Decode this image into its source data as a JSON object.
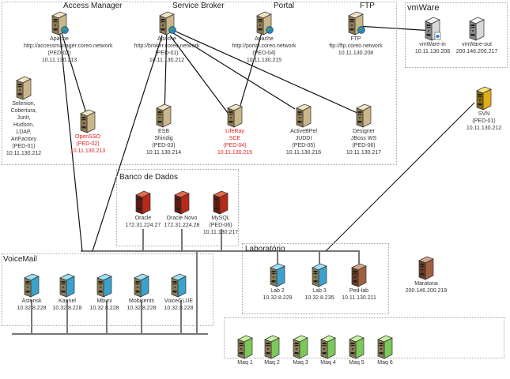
{
  "groups": {
    "access_manager": "Access Manager",
    "service_broker": "Service Broker",
    "portal": "Portal",
    "ftp": "FTP",
    "vmware": "vmWare",
    "banco_de_dados": "Banco de Dados",
    "voicemail": "VoiceMail",
    "laboratorio": "Laboratório"
  },
  "colors": {
    "beige": "#d8c7a0",
    "red": "#c8341f",
    "blue": "#44a8d0",
    "green": "#88d46a",
    "yellow": "#e8b820",
    "brown": "#a86a4a",
    "white": "#e8e8e8",
    "highlight_text": "#e0201c"
  },
  "nodes": {
    "apache_am": {
      "lines": [
        "Apache",
        "http://accessmanager.coreo.network",
        "(PED-02)",
        "10.11.130.213"
      ],
      "icon": "web-server-icon"
    },
    "selenion": {
      "lines": [
        "Selenion,",
        "Cobertura,",
        "JunIt,",
        "Hudson,",
        "LDAP,",
        "ArtFactory",
        "(PED-01)",
        "10.11.130.212"
      ],
      "icon": "server-icon"
    },
    "opensso": {
      "lines": [
        "OpenSSO",
        "(PED-02)",
        "10.11.130.213"
      ],
      "icon": "server-icon",
      "highlight": true
    },
    "apache_sb": {
      "lines": [
        "Apache",
        "http://broker.coreo.network",
        "(PED-01)",
        "10.11.130.212"
      ],
      "icon": "web-server-icon"
    },
    "esb": {
      "lines": [
        "ESB",
        "Shindig",
        "(PED-03)",
        "10.11.130.214"
      ],
      "icon": "server-icon"
    },
    "liferay": {
      "lines": [
        "LifeRay",
        "SCE",
        "(PED-04)",
        "10.11.130.215"
      ],
      "icon": "server-icon",
      "highlight": true
    },
    "apache_portal": {
      "lines": [
        "Apache",
        "http://portal.coreo.network",
        "(PED-04)",
        "10.11.130.215"
      ],
      "icon": "web-server-icon"
    },
    "activebpel": {
      "lines": [
        "ActiveBPel",
        "JUDDI",
        "(PED-05)",
        "10.11.130.216"
      ],
      "icon": "server-icon"
    },
    "ftp": {
      "lines": [
        "FTP",
        "ftp://ftp.coreo.network",
        "10.11.130.208"
      ],
      "icon": "web-server-icon"
    },
    "designer": {
      "lines": [
        "Designer",
        "JBoss WS",
        "(PED-06)",
        "10.11.130.217"
      ],
      "icon": "server-icon"
    },
    "vmware_in": {
      "lines": [
        "vmWare-in",
        "10.11.130.208"
      ],
      "icon": "vm-server-icon"
    },
    "vmware_out": {
      "lines": [
        "vmWare-out",
        "200.146.200.217"
      ],
      "icon": "server-icon"
    },
    "svn": {
      "lines": [
        "SVN",
        "(PED-01)",
        "10.11.130.212"
      ],
      "icon": "server-icon"
    },
    "oracle": {
      "lines": [
        "Oracle",
        "172.31.224.27"
      ],
      "icon": "database-server-icon"
    },
    "oracle_novo": {
      "lines": [
        "Oracle Novo",
        "172.31.224.28"
      ],
      "icon": "database-server-icon"
    },
    "mysql": {
      "lines": [
        "MySQL",
        "(PED-06)",
        "10.11.130.217"
      ],
      "icon": "database-server-icon"
    },
    "asterisk": {
      "lines": [
        "Asterisk",
        "10.32.8.228"
      ],
      "icon": "server-icon"
    },
    "kannel": {
      "lines": [
        "Kannel",
        "10.32.8.228"
      ],
      "icon": "server-icon"
    },
    "mbuni": {
      "lines": [
        "Mbuni",
        "10.32.8.228"
      ],
      "icon": "server-icon"
    },
    "mobicents": {
      "lines": [
        "Mobicents",
        "10.32.8.228"
      ],
      "icon": "server-icon"
    },
    "voiceglue": {
      "lines": [
        "VoiceGLUE",
        "10.32.8.228"
      ],
      "icon": "server-icon"
    },
    "lab2": {
      "lines": [
        "Lab 2",
        "10.32.8.229"
      ],
      "icon": "server-icon"
    },
    "lab3": {
      "lines": [
        "Lab 3",
        "10.32.8.235"
      ],
      "icon": "server-icon"
    },
    "pedlab": {
      "lines": [
        "Ped-lab",
        "10.11.130.211"
      ],
      "icon": "server-icon"
    },
    "maratona": {
      "lines": [
        "Maratona",
        "200.146.200.219"
      ],
      "icon": "server-icon"
    },
    "maq1": {
      "lines": [
        "Maq 1"
      ],
      "icon": "server-icon"
    },
    "maq2": {
      "lines": [
        "Maq 2"
      ],
      "icon": "server-icon"
    },
    "maq3": {
      "lines": [
        "Maq 3"
      ],
      "icon": "server-icon"
    },
    "maq4": {
      "lines": [
        "Maq 4"
      ],
      "icon": "server-icon"
    },
    "maq5": {
      "lines": [
        "Maq 5"
      ],
      "icon": "server-icon"
    },
    "maq6": {
      "lines": [
        "Maq 6"
      ],
      "icon": "server-icon"
    }
  }
}
